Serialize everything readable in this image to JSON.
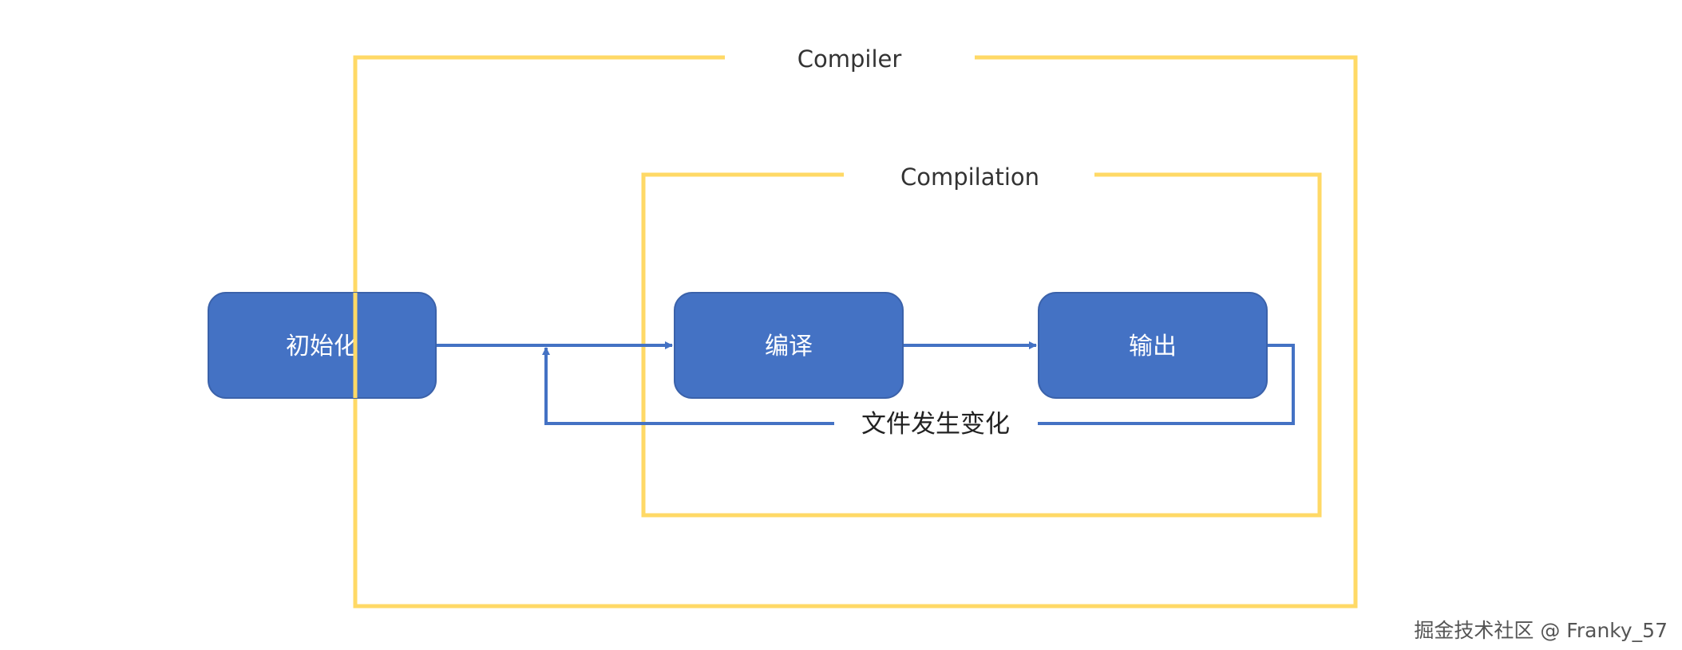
{
  "colors": {
    "frame": "#FFD966",
    "node_fill": "#4472C4",
    "node_stroke": "#3B62AA",
    "edge": "#4472C4",
    "node_text": "#FFFFFF"
  },
  "frames": {
    "compiler": {
      "label": "Compiler"
    },
    "compilation": {
      "label": "Compilation"
    }
  },
  "nodes": {
    "init": {
      "label": "初始化"
    },
    "compile": {
      "label": "编译"
    },
    "output": {
      "label": "输出"
    }
  },
  "edges": {
    "loop": {
      "label": "文件发生变化"
    }
  },
  "watermark": "掘金技术社区 @ Franky_57"
}
